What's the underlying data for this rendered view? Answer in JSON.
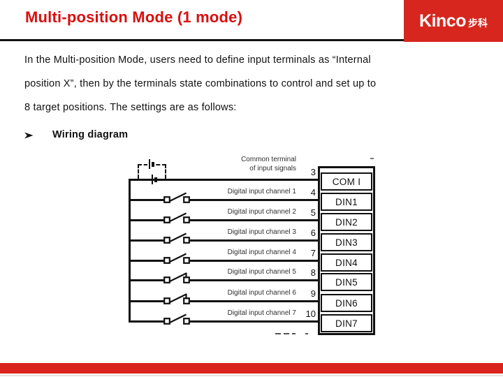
{
  "header": {
    "title": "Multi-position Mode (1 mode)"
  },
  "logo": {
    "brand": "Kinco",
    "suffix": "步科"
  },
  "body": {
    "lines": [
      "In the Multi-position Mode, users need to define input terminals as “Internal",
      "position X”, then by the terminals state combinations to control and set up to",
      "8 target positions. The settings are as follows:"
    ]
  },
  "bullet": {
    "label": "Wiring diagram"
  },
  "diagram": {
    "common_terminal": {
      "line1": "Common terminal",
      "line2": "of input signals"
    },
    "rows": [
      {
        "pin": "3",
        "terminal": "COM I",
        "label": "",
        "switch": "none"
      },
      {
        "pin": "4",
        "terminal": "DIN1",
        "label": "Digital input channel 1",
        "switch": "normally-open"
      },
      {
        "pin": "5",
        "terminal": "DIN2",
        "label": "Digital input channel 2",
        "switch": "normally-open"
      },
      {
        "pin": "6",
        "terminal": "DIN3",
        "label": "Digital input channel 3",
        "switch": "normally-open"
      },
      {
        "pin": "7",
        "terminal": "DIN4",
        "label": "Digital input channel 4",
        "switch": "normally-open"
      },
      {
        "pin": "8",
        "terminal": "DIN5",
        "label": "Digital input channel 5",
        "switch": "normally-closed"
      },
      {
        "pin": "9",
        "terminal": "DIN6",
        "label": "Digital input channel 6",
        "switch": "normally-closed"
      },
      {
        "pin": "10",
        "terminal": "DIN7",
        "label": "Digital input channel 7",
        "switch": "normally-open"
      }
    ]
  },
  "colors": {
    "title_red": "#d90f0f",
    "brand_red": "#d6261e",
    "footer_red": "#d8241c",
    "diagram_ink": "#111111"
  }
}
